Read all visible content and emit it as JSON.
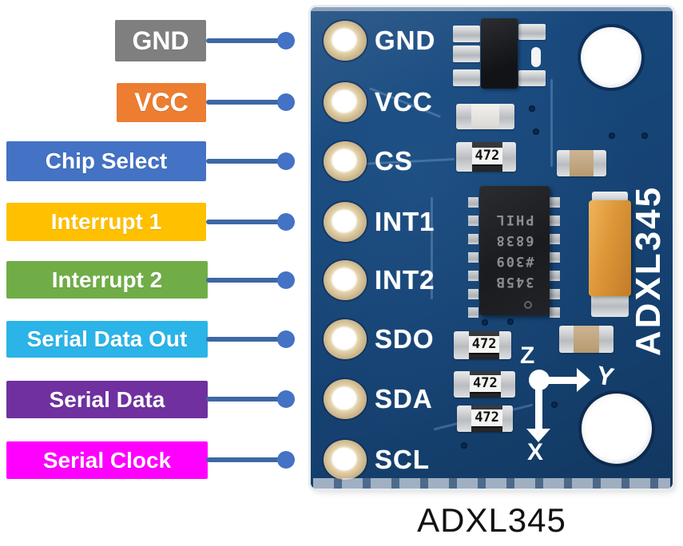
{
  "diagram": {
    "caption": "ADXL345"
  },
  "connector": {
    "line_color": "#3C68A5",
    "dot_color": "#4472C4"
  },
  "pins": [
    {
      "label": "GND",
      "silk": "GND",
      "color": "#7F7F7F"
    },
    {
      "label": "VCC",
      "silk": "VCC",
      "color": "#ED7D31"
    },
    {
      "label": "Chip Select",
      "silk": "CS",
      "color": "#4472C4"
    },
    {
      "label": "Interrupt 1",
      "silk": "INT1",
      "color": "#FFC000"
    },
    {
      "label": "Interrupt 2",
      "silk": "INT2",
      "color": "#70AD47"
    },
    {
      "label": "Serial Data Out",
      "silk": "SDO",
      "color": "#2AB4E8"
    },
    {
      "label": "Serial Data",
      "silk": "SDA",
      "color": "#7030A0"
    },
    {
      "label": "Serial Clock",
      "silk": "SCL",
      "color": "#FF00FF"
    }
  ],
  "board": {
    "pcb_color": "#17477B",
    "side_label": "ADXL345",
    "resistor_value": "472",
    "ic_marking": [
      "345B",
      "#309",
      "6838",
      "PHIL"
    ],
    "axis": {
      "x": "X",
      "y": "Y",
      "z": "Z"
    }
  }
}
